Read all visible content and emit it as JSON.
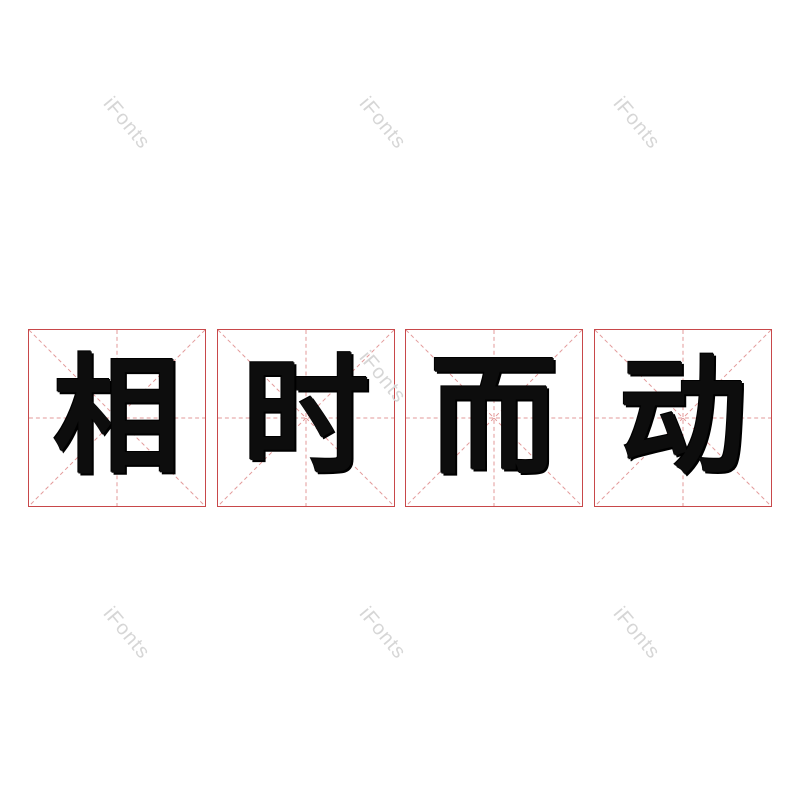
{
  "phrase": {
    "characters": [
      "相",
      "时",
      "而",
      "动"
    ]
  },
  "watermark": {
    "text": "iFonts"
  },
  "colors": {
    "grid_border": "#c8484a",
    "grid_guides": "#e39a9a",
    "glyph": "#0d0d0d",
    "watermark": "#d6d6d6"
  }
}
